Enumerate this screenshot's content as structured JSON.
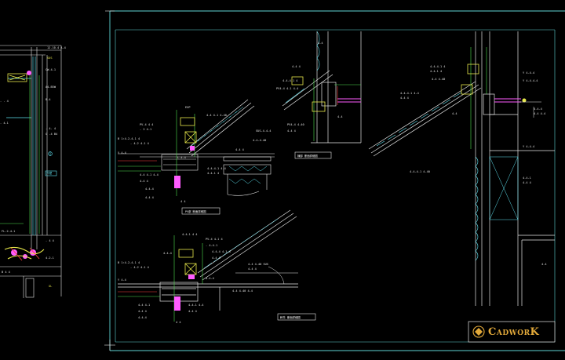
{
  "logo": {
    "text": "CadworK"
  },
  "colors": {
    "background": "#000000",
    "frame": "#5fd4d4",
    "line_white": "#e6e6e6",
    "line_yellow": "#e8e84a",
    "line_cyan": "#5ee0ee",
    "line_green": "#4ee04e",
    "line_magenta": "#ff5cff",
    "line_red": "#ff4040",
    "logo_gold": "#e2a93a"
  },
  "details": {
    "detail_a_title": "PV部 断面詳細図",
    "detail_b_title": "軒先 断面詳細図",
    "detail_c_title": "棟部 断面詳細図"
  },
  "left_strip": {
    "tag": "外壁"
  }
}
